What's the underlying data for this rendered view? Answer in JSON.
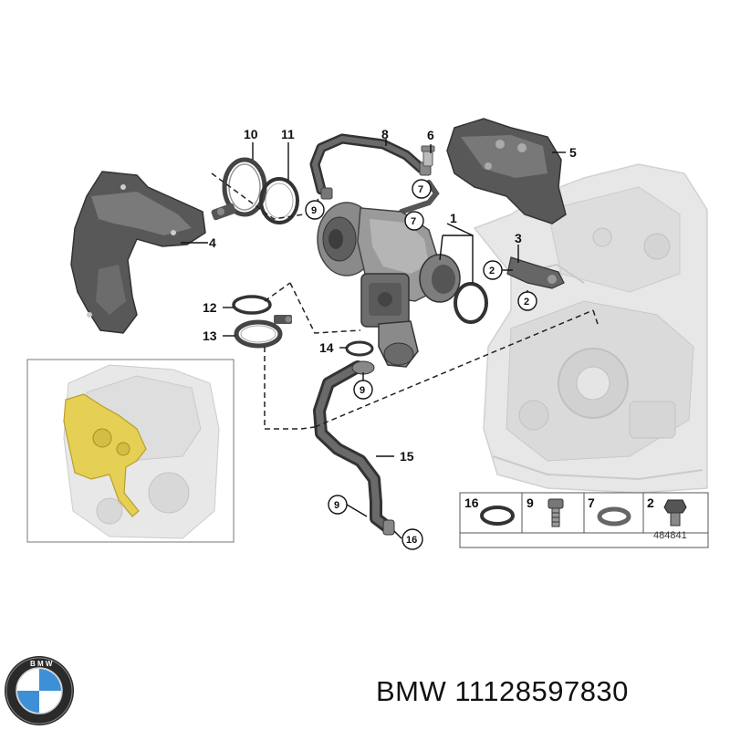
{
  "callouts": {
    "c1": "1",
    "c2a": "2",
    "c2b": "2",
    "c3": "3",
    "c4": "4",
    "c5": "5",
    "c6": "6",
    "c7a": "7",
    "c7b": "7",
    "c8": "8",
    "c9a": "9",
    "c9b": "9",
    "c9c": "9",
    "c10": "10",
    "c11": "11",
    "c12": "12",
    "c13": "13",
    "c14": "14",
    "c15": "15",
    "c16": "16"
  },
  "legend": {
    "items": [
      {
        "num": "16",
        "icon": "gasket-ring-icon"
      },
      {
        "num": "9",
        "icon": "bolt-icon"
      },
      {
        "num": "7",
        "icon": "seal-washer-icon"
      },
      {
        "num": "2",
        "icon": "hex-bolt-icon"
      }
    ],
    "drawing_number": "484841"
  },
  "brand": {
    "logo_letters": "BMW",
    "logo_icon": "bmw-roundel-icon"
  },
  "caption": "BMW 11128597830",
  "colors": {
    "highlight": "#e6cf55",
    "engine_gray": "#e3e3e3",
    "part_dark": "#555555",
    "bmw_blue": "#3d8fd6"
  }
}
